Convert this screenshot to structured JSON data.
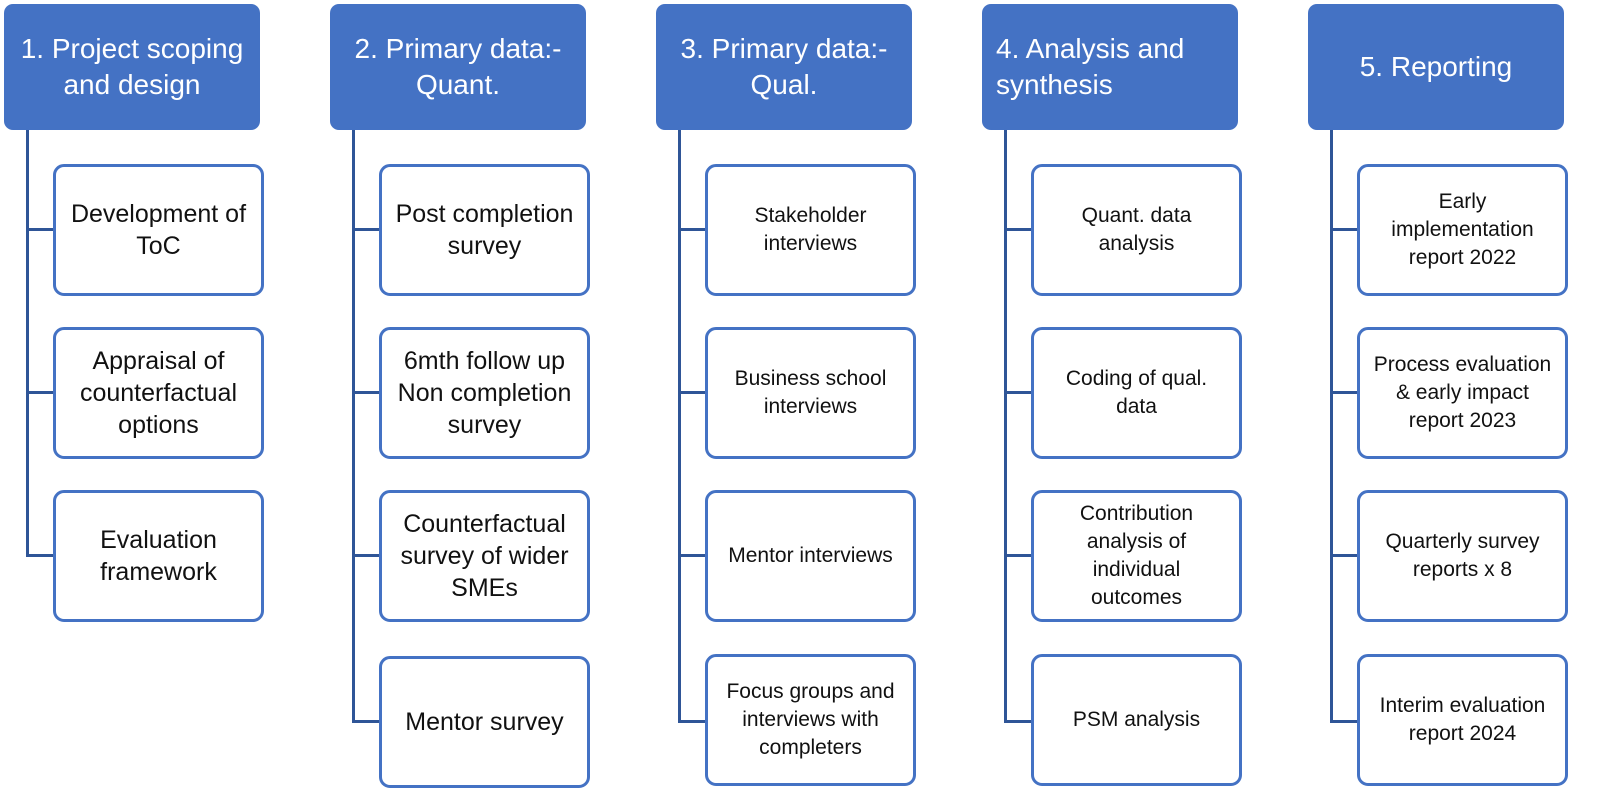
{
  "columns": [
    {
      "header": "1. Project scoping\nand design",
      "items": [
        "Development of\nToC",
        "Appraisal of\ncounterfactual\noptions",
        "Evaluation\nframework"
      ]
    },
    {
      "header": "2. Primary data:-\nQuant.",
      "items": [
        "Post completion\nsurvey",
        "6mth follow up\nNon completion\nsurvey",
        "Counterfactual\nsurvey of wider\nSMEs",
        "Mentor survey"
      ]
    },
    {
      "header": "3. Primary data:-\nQual.",
      "items": [
        "Stakeholder\ninterviews",
        "Business school\ninterviews",
        "Mentor interviews",
        "Focus groups and\ninterviews with\ncompleters"
      ]
    },
    {
      "header": "4. Analysis and\nsynthesis",
      "items": [
        "Quant. data\nanalysis",
        "Coding of qual.\ndata",
        "Contribution\nanalysis of\nindividual\noutcomes",
        "PSM analysis"
      ]
    },
    {
      "header": "5. Reporting",
      "items": [
        "Early\nimplementation\nreport 2022",
        "Process evaluation\n& early impact\nreport 2023",
        "Quarterly survey\nreports x 8",
        "Interim evaluation\nreport 2024"
      ]
    }
  ],
  "colors": {
    "header_fill": "#4472c4",
    "box_border": "#4472c4",
    "connector": "#2f5597"
  }
}
